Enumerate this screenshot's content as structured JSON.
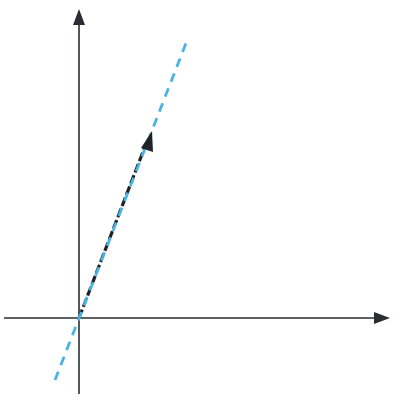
{
  "figure": {
    "kind": "vector on coordinate axes",
    "axes": {
      "x_axis": {
        "arrowhead": "right",
        "color": "#2a2d34"
      },
      "y_axis": {
        "arrowhead": "up",
        "color": "#2a2d34"
      }
    },
    "vector": {
      "style": "dashed, black with cyan overlay",
      "color": "#1e2226",
      "overlay_color": "#4ab3e0",
      "arrowhead": "tip"
    },
    "span_line": {
      "style": "dashed",
      "color": "#4ab3e0",
      "extends_both_directions": true
    },
    "labels": []
  }
}
